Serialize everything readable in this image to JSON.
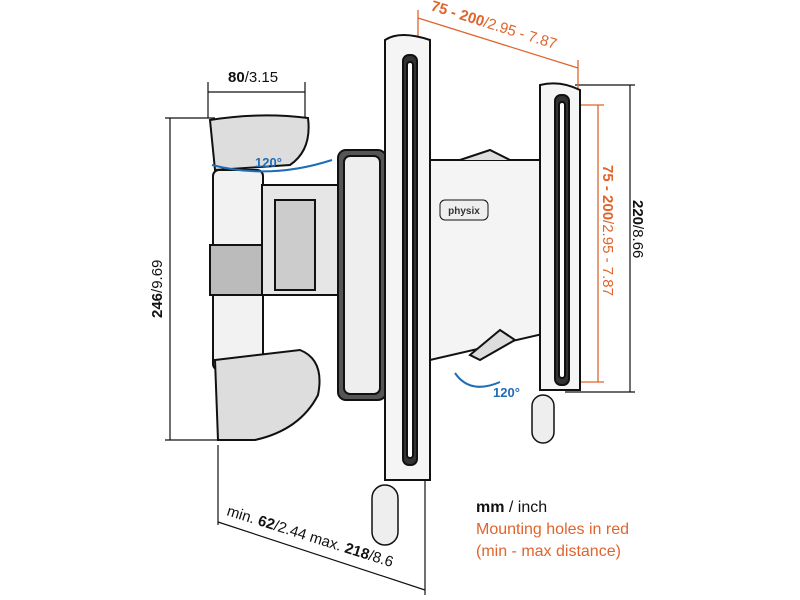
{
  "colors": {
    "mounting_holes": "#e0642c",
    "rotation": "#1f6db5",
    "outline": "#111111"
  },
  "dimensions": {
    "top_width": {
      "bold": "80",
      "rest": "/3.15"
    },
    "height_wall": {
      "bold": "246",
      "rest": "/9.69"
    },
    "holes_horizontal": {
      "bold": "75 - 200",
      "rest": "/2.95 - 7.87"
    },
    "holes_vertical": {
      "bold": "75 - 200",
      "rest": "/2.95 - 7.87"
    },
    "plate_height": {
      "bold": "220",
      "rest": "/8.66"
    },
    "depth": {
      "pre": "min. ",
      "bold1": "62",
      "mid": "/2.44 max. ",
      "bold2": "218",
      "rest": "/8.6"
    }
  },
  "rotation": {
    "upper": "120°",
    "lower": "120°"
  },
  "logo": "physix",
  "legend": {
    "units_bold": "mm",
    "units_rest": " / inch",
    "line2": "Mounting holes in red",
    "line3": "(min - max distance)"
  }
}
